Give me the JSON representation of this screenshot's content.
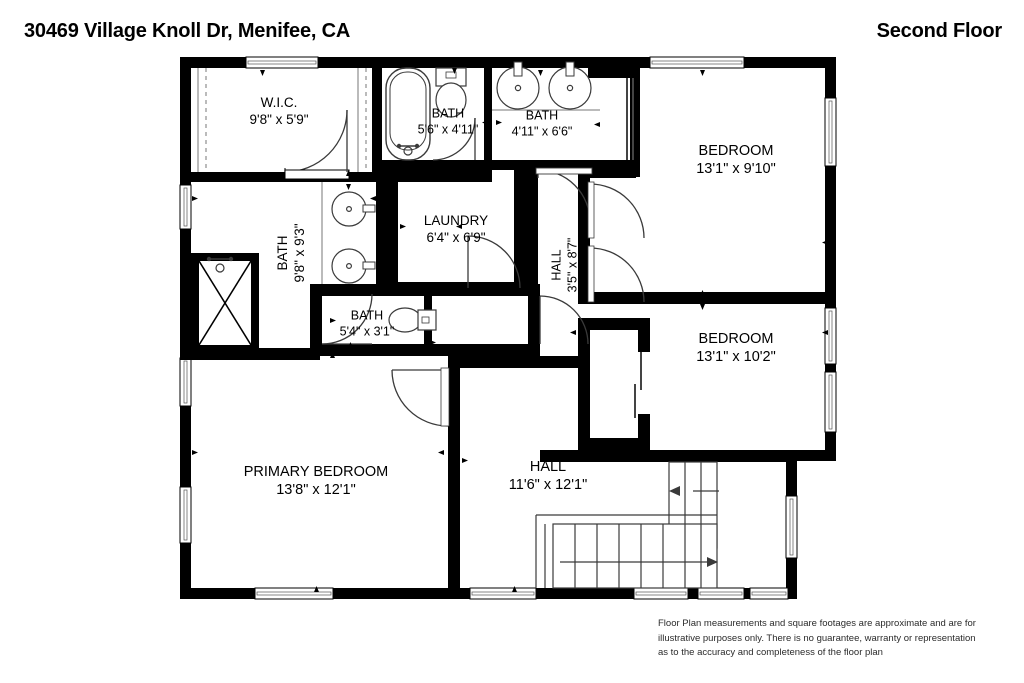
{
  "header": {
    "address": "30469 Village Knoll Dr, Menifee, CA",
    "floor": "Second Floor"
  },
  "rooms": [
    {
      "key": "wic",
      "name": "W.I.C.",
      "dims": "9'8\" x 5'9\""
    },
    {
      "key": "bath_tub",
      "name": "BATH",
      "dims": "5'6\" x 4'11\""
    },
    {
      "key": "bath_dbl",
      "name": "BATH",
      "dims": "4'11\" x 6'6\""
    },
    {
      "key": "bedroom_top",
      "name": "BEDROOM",
      "dims": "13'1\" x 9'10\""
    },
    {
      "key": "laundry",
      "name": "LAUNDRY",
      "dims": "6'4\" x 6'9\""
    },
    {
      "key": "bath_primary",
      "name": "BATH",
      "dims": "9'8\" x 9'3\""
    },
    {
      "key": "hall_upper",
      "name": "HALL",
      "dims": "3'5\" x 8'7\""
    },
    {
      "key": "bedroom_bottom",
      "name": "BEDROOM",
      "dims": "13'1\" x 10'2\""
    },
    {
      "key": "bath_small",
      "name": "BATH",
      "dims": "5'4\" x 3'1\""
    },
    {
      "key": "primary_bedroom",
      "name": "PRIMARY BEDROOM",
      "dims": "13'8\" x 12'1\""
    },
    {
      "key": "hall_lower",
      "name": "HALL",
      "dims": "11'6\" x 12'1\""
    }
  ],
  "disclaimer": {
    "line1": "Floor Plan measurements and square footages are approximate and are for",
    "line2": "illustrative purposes only. There is no guarantee, warranty or representation",
    "line3": "as to the accuracy and completeness of the floor plan"
  },
  "colors": {
    "wall": "#000000",
    "background": "#ffffff",
    "fixture_stroke": "#3a3a3a",
    "text": "#000000"
  }
}
